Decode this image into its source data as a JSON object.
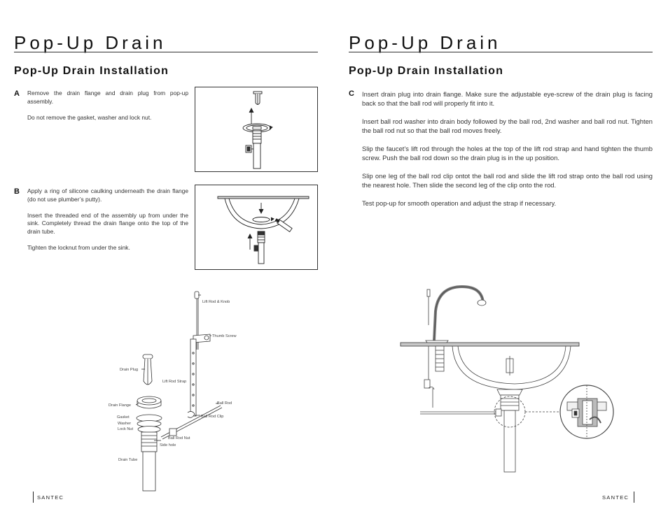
{
  "left": {
    "title": "Pop-Up Drain",
    "subtitle": "Pop-Up Drain Installation",
    "steps": [
      {
        "letter": "A",
        "paragraphs": [
          "Remove the drain flange and drain plug from pop-up assembly.",
          "Do not remove the gasket, washer and lock nut."
        ]
      },
      {
        "letter": "B",
        "paragraphs": [
          "Apply a ring of silicone caulking underneath the drain flange (do not use plumber’s putty).",
          "Insert the threaded end of the assembly up from under the sink. Completely thread the drain flange onto the top of the drain tube.",
          "Tighten the locknut from under the sink."
        ]
      }
    ],
    "diagram_labels": {
      "lift_rod_knob": "Lift Rod & Knob",
      "thumb_screw": "Thumb Screw",
      "drain_plug": "Drain Plug",
      "lift_rod_strap": "Lift Rod Strap",
      "drain_flange": "Drain Flange",
      "ball_rod": "Ball Rod",
      "gasket": "Gasket",
      "washer": "Washer",
      "lock_nut": "Lock Nut",
      "ball_rod_clip": "Ball Rod Clip",
      "ball_rod_nut": "Ball Rod Nut",
      "side_hole": "Side hole",
      "drain_tube": "Drain Tube"
    },
    "footer": "SANTEC"
  },
  "right": {
    "title": "Pop-Up Drain",
    "subtitle": "Pop-Up Drain Installation",
    "step": {
      "letter": "C",
      "paragraphs": [
        "Insert drain plug into drain flange.  Make sure the adjustable eye-screw of the drain plug is facing back so that the ball rod will properly fit into it.",
        "Insert ball rod washer into drain body followed by the ball rod, 2nd washer and ball rod nut. Tighten the ball rod nut so that the ball rod moves freely.",
        "Slip the faucet’s lift rod through the holes at the top of the lift rod strap and hand tighten the thumb screw.  Push the ball rod down so the drain plug is in the up position.",
        "Slip one leg of the ball rod clip ontot the ball rod and slide the lift rod strap onto the ball rod using the nearest hole.  Then slide the second leg of the clip onto the rod.",
        "Test pop-up for smooth operation and adjust the strap if necessary."
      ]
    },
    "footer": "SANTEC"
  }
}
